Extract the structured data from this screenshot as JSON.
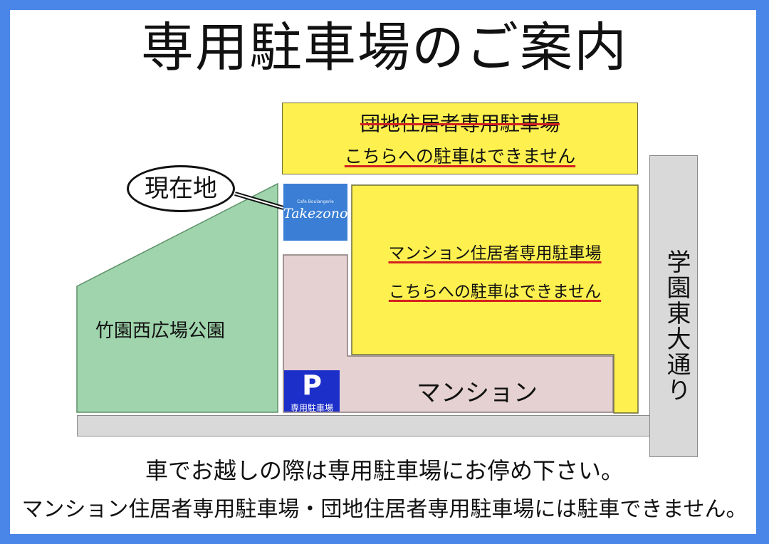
{
  "title": "専用駐車場のご案内",
  "danchi_lot": {
    "name": "団地住居者専用駐車場",
    "notice": "こちらへの駐車はできません"
  },
  "mansion_lot": {
    "name": "マンション住居者専用駐車場",
    "notice": "こちらへの駐車はできません"
  },
  "current_location": "現在地",
  "cafe": {
    "subtitle": "Cafe Boulangerie",
    "name": "Takezono"
  },
  "park": "竹園西広場公園",
  "mansion": "マンション",
  "parking": {
    "symbol": "P",
    "label": "専用駐車場"
  },
  "street": "学園東大通り",
  "notes": [
    "車でお越しの際は専用駐車場にお停め下さい。",
    "マンション住居者専用駐車場・団地住居者専用駐車場には駐車できません。"
  ],
  "colors": {
    "frame": "#4a86e8",
    "lot_yellow": "#fdf04f",
    "park_green": "#9fd4ac",
    "mansion_pink": "#e5d1d1",
    "road_gray": "#d9d9d9",
    "cafe_blue": "#3a7fd5",
    "parking_blue": "#1c2fc9",
    "warning_red": "#d42020"
  }
}
